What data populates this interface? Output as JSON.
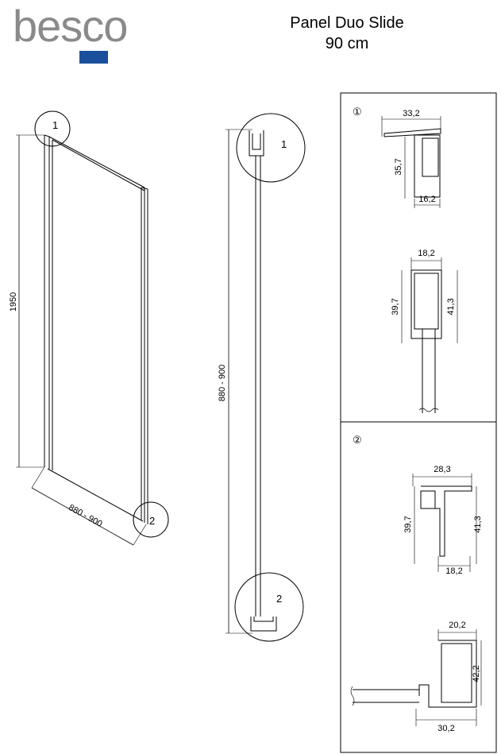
{
  "brand": {
    "logo_text": "besco",
    "accent_color": "#1a4f9c"
  },
  "title": {
    "line1": "Panel Duo Slide",
    "line2": "90 cm"
  },
  "perspective_view": {
    "height_label": "1950",
    "width_label": "880 - 900",
    "callout_1": "1",
    "callout_2": "2"
  },
  "side_view": {
    "height_label": "880 - 900",
    "callout_1": "1",
    "callout_2": "2"
  },
  "detail_1": {
    "marker": "①",
    "top_width": "33,2",
    "top_height": "35,7",
    "top_bottom_width": "16,2",
    "mid_width": "18,2",
    "mid_left_height": "39,7",
    "mid_right_height": "41,3"
  },
  "detail_2": {
    "marker": "②",
    "top_width": "28,3",
    "top_left_height": "39,7",
    "top_right_height": "41,3",
    "top_bottom_width": "18,2",
    "bottom_top_width": "20,2",
    "bottom_right_height": "42,2",
    "bottom_width": "30,2"
  }
}
